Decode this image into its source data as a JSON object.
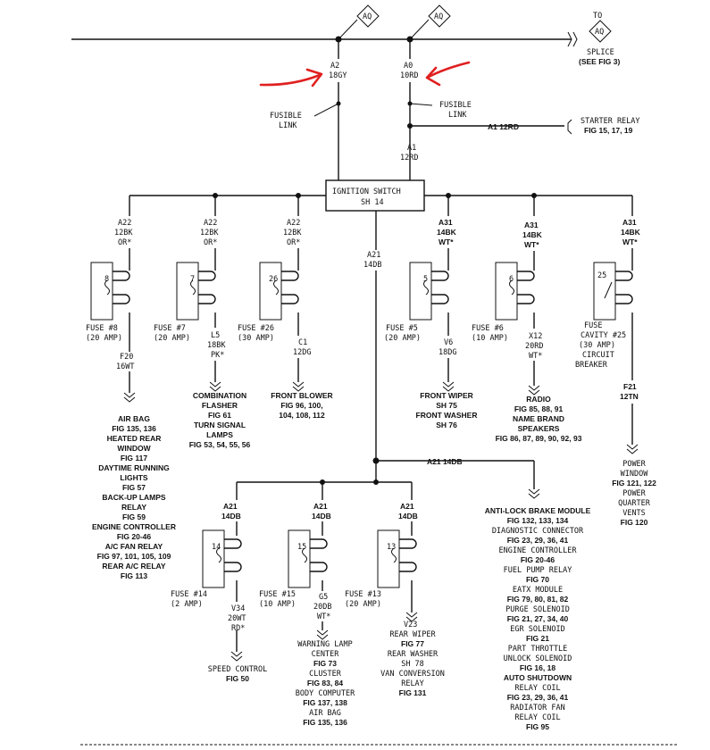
{
  "colors": {
    "ink": "#111111",
    "annotation_arrow": "#e02020",
    "background": "#ffffff"
  },
  "top": {
    "diamond_left": "AQ",
    "diamond_right": "AQ",
    "diamond_splice": "AQ",
    "splice_to": "TO",
    "splice_name": "SPLICE",
    "splice_ref": "(SEE FIG 3)",
    "a2_circuit": "A2",
    "a2_gauge": "18GY",
    "a0_circuit": "A0",
    "a0_gauge": "10RD",
    "fusible_left_1": "FUSIBLE",
    "fusible_left_2": "LINK",
    "fusible_right_1": "FUSIBLE",
    "fusible_right_2": "LINK",
    "a1_wire": "A1 12RD",
    "starter_relay": "STARTER RELAY",
    "starter_relay_figs": "FIG 15, 17, 19",
    "a1_circuit": "A1",
    "a1_gauge": "12RD",
    "ign_switch": "IGNITION SWITCH",
    "ign_sheet": "SH 14"
  },
  "upper_row": {
    "a22_1": "A22",
    "a22_1g": "12BK",
    "a22_1c": "OR*",
    "a22_2": "A22",
    "a22_2g": "12BK",
    "a22_2c": "OR*",
    "a22_3": "A22",
    "a22_3g": "12BK",
    "a22_3c": "OR*",
    "a21_mid": "A21",
    "a21_midg": "14DB",
    "a31_1": "A31",
    "a31_1g": "14BK",
    "a31_1c": "WT*",
    "a31_2": "A31",
    "a31_2g": "14BK",
    "a31_2c": "WT*",
    "a31_3": "A31",
    "a31_3g": "14BK",
    "a31_3c": "WT*"
  },
  "fuses": {
    "f8_num": "8",
    "f8_l1": "FUSE #8",
    "f8_l2": "(20 AMP)",
    "f7_num": "7",
    "f7_l1": "FUSE #7",
    "f7_l2": "(20 AMP)",
    "f26_num": "26",
    "f26_l1": "FUSE #26",
    "f26_l2": "(30 AMP)",
    "f5_num": "5",
    "f5_l1": "FUSE #5",
    "f5_l2": "(20 AMP)",
    "f6_num": "6",
    "f6_l1": "FUSE #6",
    "f6_l2": "(10 AMP)",
    "f25_num": "25",
    "f25_l1": "FUSE",
    "f25_l2": "CAVITY #25",
    "f25_l3": "(30 AMP)",
    "f25_l4": "CIRCUIT",
    "f25_l5": "BREAKER",
    "f14_num": "14",
    "f14_l1": "FUSE #14",
    "f14_l2": "(2 AMP)",
    "f15_num": "15",
    "f15_l1": "FUSE #15",
    "f15_l2": "(10 AMP)",
    "f13_num": "13",
    "f13_l1": "FUSE #13",
    "f13_l2": "(20 AMP)"
  },
  "outputs": {
    "f20": "F20",
    "f20g": "16WT",
    "l5": "L5",
    "l5g": "18BK",
    "l5c": "PK*",
    "c1": "C1",
    "c1g": "12DG",
    "v6": "V6",
    "v6g": "18DG",
    "x12": "X12",
    "x12g": "20RD",
    "x12c": "WT*",
    "f21": "F21",
    "f21g": "12TN",
    "v34": "V34",
    "v34g": "20WT",
    "v34c": "RD*",
    "g5": "G5",
    "g5g": "20DB",
    "g5c": "WT*",
    "v23": "V23",
    "a21_14db": "A21 14DB",
    "a21_l1": "A21",
    "a21_l1g": "14DB",
    "a21_l2": "A21",
    "a21_l2g": "14DB",
    "a21_l3": "A21",
    "a21_l3g": "14DB"
  },
  "loads": {
    "airbag": [
      "AIR BAG",
      "FIG 135, 136",
      "HEATED REAR",
      "WINDOW",
      "FIG 117",
      "DAYTIME RUNNING",
      "LIGHTS",
      "FIG 57",
      "BACK-UP LAMPS",
      "RELAY",
      "FIG 59",
      "ENGINE CONTROLLER",
      "FIG 20-46",
      "A/C FAN RELAY",
      "FIG 97, 101, 105, 109",
      "REAR A/C RELAY",
      "FIG 113"
    ],
    "flasher": [
      "COMBINATION",
      "FLASHER",
      "FIG 61",
      "TURN SIGNAL",
      "LAMPS",
      "FIG 53, 54, 55, 56"
    ],
    "blower": [
      "FRONT BLOWER",
      "FIG 96, 100,",
      "104, 108, 112"
    ],
    "wiper": [
      "FRONT WIPER",
      "SH 75",
      "FRONT WASHER",
      "SH 76"
    ],
    "radio": [
      "RADIO",
      "FIG 85, 88, 91",
      "NAME BRAND",
      "SPEAKERS",
      "FIG 86, 87, 89, 90, 92, 93"
    ],
    "window": [
      "POWER",
      "WINDOW",
      "FIG 121, 122",
      "POWER",
      "QUARTER",
      "VENTS",
      "FIG 120"
    ],
    "abs": [
      "ANTI-LOCK BRAKE MODULE",
      "FIG 132, 133, 134",
      "DIAGNOSTIC CONNECTOR",
      "FIG 23, 29, 36, 41",
      "ENGINE CONTROLLER",
      "FIG 20-46",
      "FUEL PUMP RELAY",
      "FIG 70",
      "EATX MODULE",
      "FIG 79, 80, 81, 82",
      "PURGE SOLENOID",
      "FIG 21, 27, 34, 40",
      "EGR SOLENOID",
      "FIG 21",
      "PART THROTTLE",
      "UNLOCK SOLENOID",
      "FIG 16, 18",
      "AUTO SHUTDOWN",
      "RELAY COIL",
      "FIG 23, 29, 36, 41",
      "RADIATOR FAN",
      "RELAY COIL",
      "FIG 95"
    ],
    "speed": [
      "SPEED CONTROL",
      "FIG 50"
    ],
    "warning": [
      "WARNING LAMP",
      "CENTER",
      "FIG 73",
      "CLUSTER",
      "FIG 83, 84",
      "BODY COMPUTER",
      "FIG 137, 138",
      "AIR BAG",
      "FIG 135, 136"
    ],
    "rearwiper": [
      "REAR WIPER",
      "FIG 77",
      "REAR WASHER",
      "SH 78",
      "VAN CONVERSION",
      "RELAY",
      "FIG 131"
    ]
  }
}
